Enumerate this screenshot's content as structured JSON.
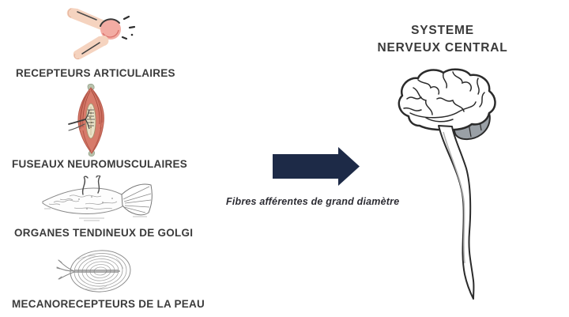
{
  "canvas": {
    "background": "#ffffff"
  },
  "colors": {
    "arrow": "#1d2a47",
    "receptor_label_text": "#3b3b3b",
    "cns_title_text": "#3a3a3a",
    "muscle_red": "#d77b6b",
    "skin_tone": "#f5d3bf",
    "joint_pink": "#f3aca3",
    "cerebellum_gray": "#9aa0a6",
    "sketch_gray": "#9a9a9a"
  },
  "receptors": [
    {
      "label": "RECEPTEURS ARTICULAIRES",
      "icon": "joint-receptor-illustration"
    },
    {
      "label": "FUSEAUX NEUROMUSCULAIRES",
      "icon": "muscle-spindle-illustration"
    },
    {
      "label": "ORGANES TENDINEUX DE GOLGI",
      "icon": "golgi-tendon-organ-illustration"
    },
    {
      "label": "MECANORECEPTEURS DE LA PEAU",
      "icon": "pacinian-corpuscle-illustration"
    }
  ],
  "pathway": {
    "arrow_icon": "right-arrow-icon",
    "label": "Fibres afférentes de grand diamètre"
  },
  "cns": {
    "title_line1": "SYSTEME",
    "title_line2": "NERVEUX CENTRAL",
    "icon": "brain-spinal-cord-illustration"
  }
}
